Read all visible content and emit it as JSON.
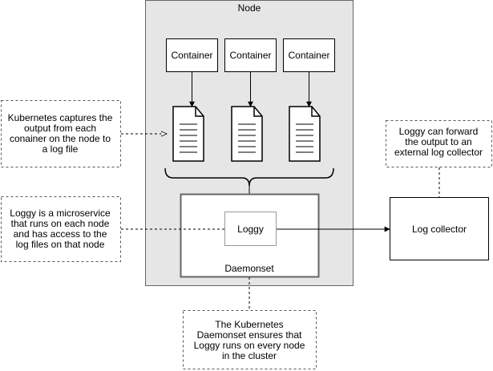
{
  "node": {
    "label": "Node"
  },
  "containers": [
    {
      "label": "Container"
    },
    {
      "label": "Container"
    },
    {
      "label": "Container"
    }
  ],
  "daemonset": {
    "label": "Daemonset"
  },
  "loggy": {
    "label": "Loggy"
  },
  "log_collector": {
    "label": "Log collector"
  },
  "notes": {
    "kubernetes_capture": [
      "Kubernetes captures the",
      "output from each",
      "conainer on the node to",
      "a log file"
    ],
    "loggy_microservice": [
      "Loggy is a microservice",
      "that runs on each node",
      "and has access to the",
      "log files on that node"
    ],
    "loggy_forward": [
      "Loggy can forward",
      "the output to an",
      "external log collector"
    ],
    "daemonset_ensures": [
      "The Kubernetes",
      "Daemonset ensures that",
      "Loggy runs on every node",
      "in the cluster"
    ]
  },
  "colors": {
    "node_fill": "#e6e6e6",
    "node_stroke": "#666666",
    "line": "#000000",
    "note_stroke": "#555555"
  }
}
